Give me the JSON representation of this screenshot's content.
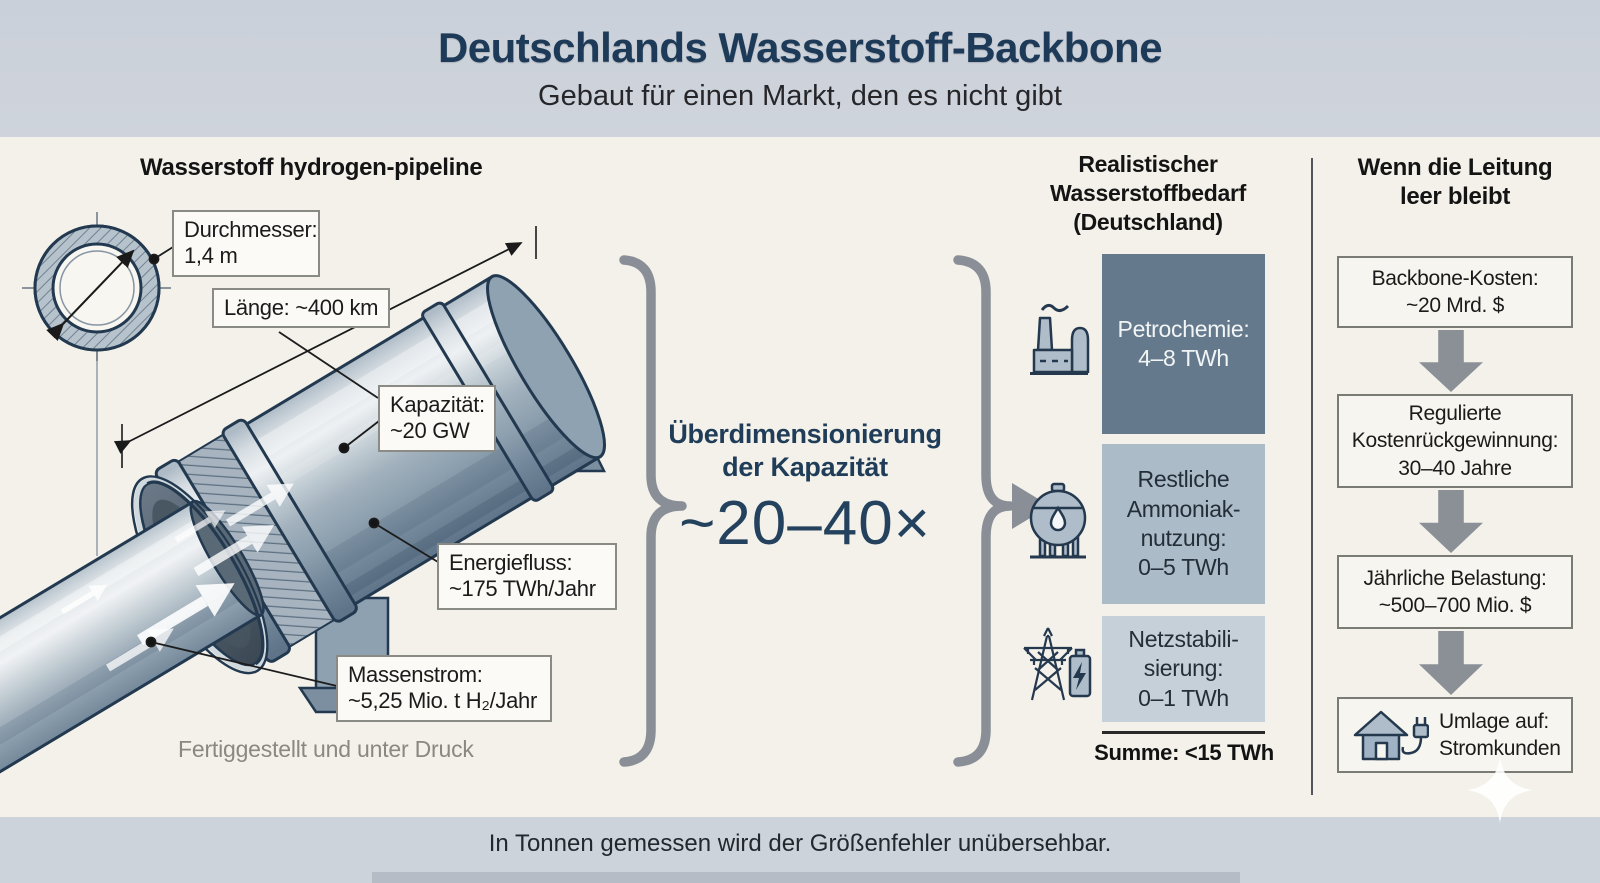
{
  "header": {
    "title": "Deutschlands Wasserstoff-Backbone",
    "subtitle": "Gebaut für einen Markt, den es nicht gibt"
  },
  "pipeline": {
    "heading": "Wasserstoff hydrogen-pipeline",
    "labels": {
      "durchmesser": "Durchmesser:\n1,4 m",
      "laenge": "Länge: ~400 km",
      "kapazitaet": "Kapazität:\n~20 GW",
      "energiefluss": "Energiefluss:\n~175 TWh/Jahr",
      "massenstrom": "Massenstrom:\n~5,25 Mio. t H₂/Jahr"
    },
    "caption": "Fertiggestellt und unter Druck"
  },
  "oversizing": {
    "title": "Überdimensionierung\nder Kapazität",
    "value": "~20–40×"
  },
  "demand": {
    "heading": "Realistischer\nWasserstoffbedarf\n(Deutschland)",
    "items": [
      {
        "icon": "factory-icon",
        "label": "Petrochemie:\n4–8 TWh",
        "color": "#64798b"
      },
      {
        "icon": "ammonia-tank-icon",
        "label": "Restliche\nAmmoniak-\nnutzung:\n0–5 TWh",
        "color": "#abbbc8"
      },
      {
        "icon": "grid-battery-icon",
        "label": "Netzstabili-\nsierung:\n0–1 TWh",
        "color": "#c6d0d9"
      }
    ],
    "total": "Summe: <15 TWh"
  },
  "costs": {
    "heading": "Wenn die Leitung\nleer bleibt",
    "steps": [
      "Backbone-Kosten:\n~20 Mrd. $",
      "Regulierte\nKostenrückgewinnung:\n30–40 Jahre",
      "Jährliche Belastung:\n~500–700 Mio. $",
      "Umlage auf:\nStromkunden"
    ]
  },
  "footer": {
    "text": "In Tonnen gemessen wird der Größenfehler unübersehbar."
  },
  "colors": {
    "accent_navy": "#1d3b58",
    "band_gray_blue": "#cdd3db",
    "canvas": "#f3f1ea",
    "brace_gray": "#8a8f97",
    "demand_dark": "#64798b",
    "demand_mid": "#abbbc8",
    "demand_light": "#c6d0d9",
    "icon_navy": "#24384e"
  }
}
